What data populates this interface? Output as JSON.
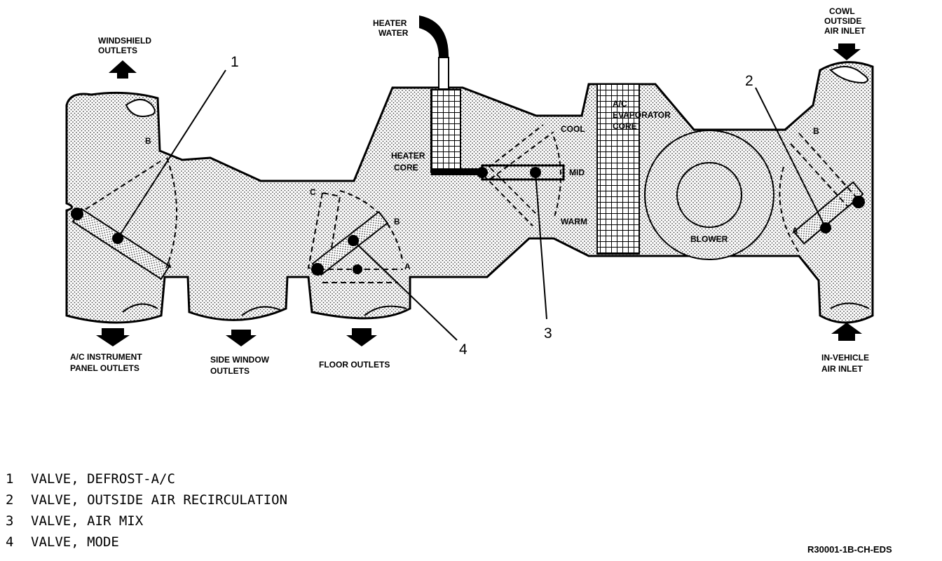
{
  "labels": {
    "windshield": [
      "WINDSHIELD",
      "OUTLETS"
    ],
    "heater_water": [
      "HEATER",
      "WATER"
    ],
    "cowl": [
      "COWL",
      "OUTSIDE",
      "AIR INLET"
    ],
    "heater_core": [
      "HEATER",
      "CORE"
    ],
    "evaporator": [
      "A/C",
      "EVAPORATOR",
      "CORE"
    ],
    "cool": "COOL",
    "mid": "MID",
    "warm": "WARM",
    "blower": "BLOWER",
    "ac_panel": [
      "A/C INSTRUMENT",
      "PANEL OUTLETS"
    ],
    "side_window": [
      "SIDE WINDOW",
      "OUTLETS"
    ],
    "floor": "FLOOR OUTLETS",
    "in_vehicle": [
      "IN-VEHICLE",
      "AIR INLET"
    ],
    "pos_a": "A",
    "pos_b": "B",
    "pos_c": "C"
  },
  "callouts": [
    "1",
    "2",
    "3",
    "4"
  ],
  "legend": [
    {
      "num": "1",
      "text": "VALVE, DEFROST-A/C"
    },
    {
      "num": "2",
      "text": "VALVE, OUTSIDE AIR RECIRCULATION"
    },
    {
      "num": "3",
      "text": "VALVE, AIR MIX"
    },
    {
      "num": "4",
      "text": "VALVE, MODE"
    }
  ],
  "reference": "R30001-1B-CH-EDS"
}
